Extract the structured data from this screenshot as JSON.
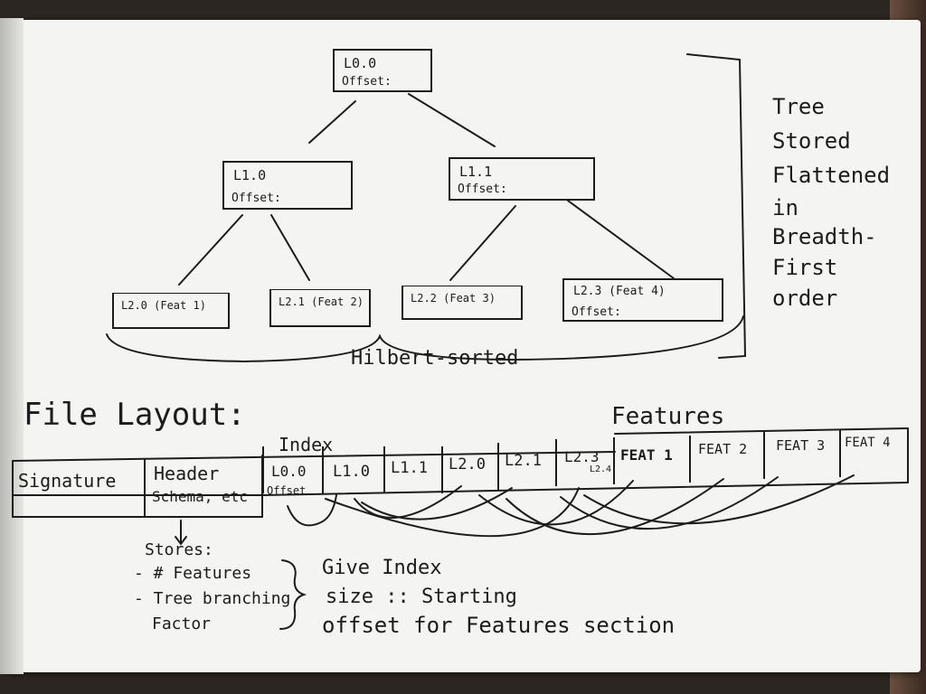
{
  "tree": {
    "root": {
      "id": "L0.0",
      "offset": "Offset:"
    },
    "level1": [
      {
        "id": "L1.0",
        "offset": "Offset:"
      },
      {
        "id": "L1.1",
        "offset": "Offset:"
      }
    ],
    "leaves": [
      "L2.0 (Feat 1)",
      "L2.1 (Feat 2)",
      "L2.2 (Feat 3)",
      "L2.3 (Feat 4)"
    ],
    "leaf_offset": "Offset:",
    "hilbert_label": "Hilbert-sorted",
    "side_note": [
      "Tree",
      "Stored",
      "Flattened",
      "in",
      "Breadth-",
      "First",
      "order"
    ]
  },
  "file_layout": {
    "title": "File Layout:",
    "signature": "Signature",
    "header": "Header",
    "header_sub": "Schema, etc",
    "index_label": "Index",
    "features_label": "Features",
    "index_cells": [
      "L0.0",
      "L1.0",
      "L1.1",
      "L2.0",
      "L2.1",
      "L2.3"
    ],
    "index_offset": "Offset",
    "small_label": "L2.4",
    "feature_cells": [
      "FEAT 1",
      "FEAT 2",
      "FEAT 3",
      "FEAT 4"
    ]
  },
  "notes": {
    "stores": "Stores:",
    "items": [
      "- # Features",
      "- Tree branching",
      "Factor"
    ],
    "gives": [
      "Give Index",
      "size :: Starting",
      "offset for Features section"
    ]
  }
}
